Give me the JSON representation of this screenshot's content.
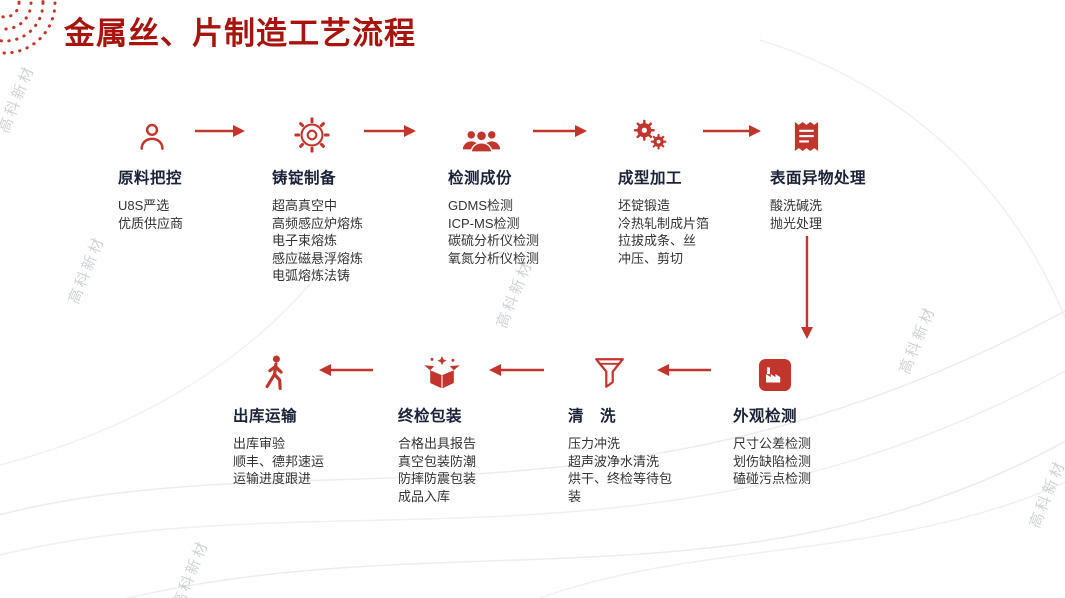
{
  "title": "金属丝、片制造工艺流程",
  "watermark_text": "高科新材",
  "colors": {
    "accent_red": "#c2352c",
    "title_red": "#a8140d",
    "heading_navy": "#1a2238",
    "body_text": "#333333",
    "watermark_gray": "#8e959c"
  },
  "steps": [
    {
      "title": "原料把控",
      "icon": "person-icon",
      "items": [
        "U8S严选",
        "优质供应商"
      ]
    },
    {
      "title": "铸锭制备",
      "icon": "gear-icon",
      "items": [
        "超高真空中",
        "高频感应炉熔炼",
        "电子束熔炼",
        "感应磁悬浮熔炼",
        "电弧熔炼法铸"
      ]
    },
    {
      "title": "检测成份",
      "icon": "people-group-icon",
      "items": [
        "GDMS检测",
        "ICP-MS检测",
        "碳硫分析仪检测",
        "氧氮分析仪检测"
      ]
    },
    {
      "title": "成型加工",
      "icon": "double-gear-icon",
      "items": [
        "坯锭锻造",
        "冷热轧制成片箔",
        "拉拔成条、丝",
        "冲压、剪切"
      ]
    },
    {
      "title": "表面异物处理",
      "icon": "receipt-icon",
      "items": [
        "酸洗碱洗",
        "抛光处理"
      ]
    },
    {
      "title": "外观检测",
      "icon": "factory-icon",
      "items": [
        "尺寸公差检测",
        "划伤缺陷检测",
        "磕碰污点检测"
      ]
    },
    {
      "title": "清　洗",
      "icon": "funnel-icon",
      "items": [
        "压力冲洗",
        "超声波净水清洗",
        "烘干、终检等待包装"
      ]
    },
    {
      "title": "终检包装",
      "icon": "open-box-icon",
      "items": [
        "合格出具报告",
        "真空包装防潮",
        "防摔防震包装",
        "成品入库"
      ]
    },
    {
      "title": "出库运输",
      "icon": "walking-person-icon",
      "items": [
        "出库审验",
        "顺丰、德邦速运",
        "运输进度跟进"
      ]
    }
  ]
}
